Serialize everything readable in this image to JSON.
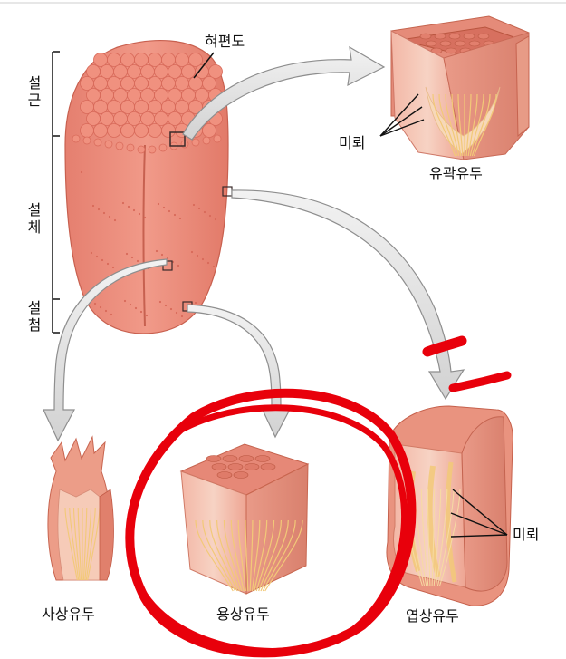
{
  "labels": {
    "tongue_region_root": "설근",
    "tongue_region_body": "설체",
    "tongue_region_tip": "설첨",
    "lingual_tonsil": "혀편도",
    "taste_buds_top": "미뢰",
    "taste_buds_right": "미뢰",
    "circumvallate_papilla": "유곽유두",
    "filiform_papilla": "사상유두",
    "fungiform_papilla": "용상유두",
    "foliate_papilla": "엽상유두"
  },
  "colors": {
    "tongue_fill": "#ee8d7d",
    "tongue_dark": "#d86a5a",
    "bump": "#f0917f",
    "papilla_light": "#f6c9b6",
    "bud_yellow": "#f4d68d",
    "arrow_fill": "#e6e6e6",
    "arrow_stroke": "#8e8e8e",
    "marker_red": "#e8000b",
    "bracket": "#222222"
  },
  "icons": [
    "tongue-illustration",
    "circumvallate-papilla-cutaway",
    "filiform-papilla-cutaway",
    "fungiform-papilla-cutaway",
    "foliate-papilla-cutaway",
    "red-circle-annotation"
  ]
}
